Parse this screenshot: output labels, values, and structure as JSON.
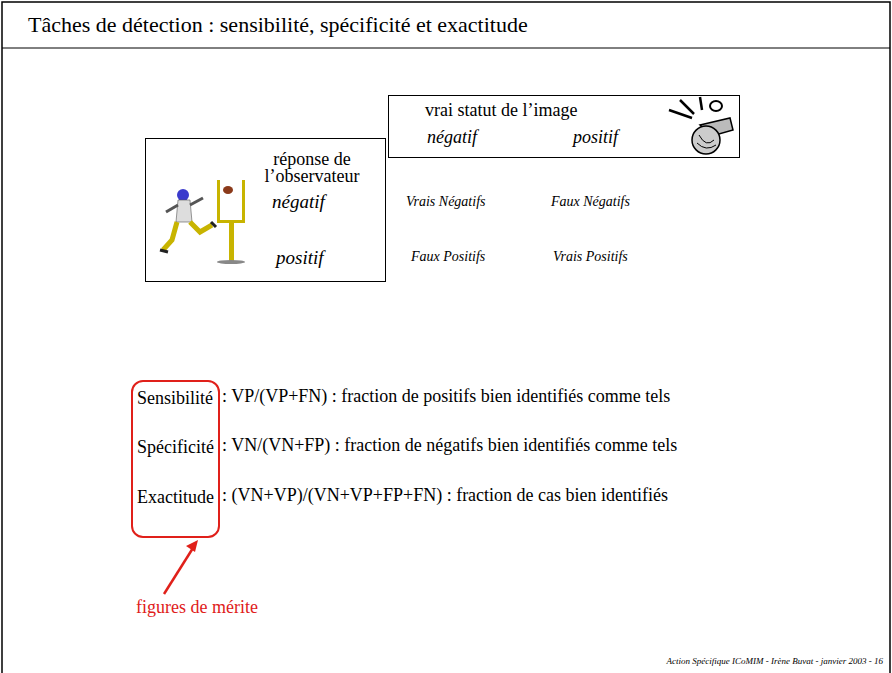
{
  "diagram": {
    "title": "Tâches de détection : sensibilité, spécificité et exactitude",
    "nodes": [
      {
        "text": [
          "réponse de l’observateur",
          "négatif",
          "positif"
        ]
      },
      {
        "text": [
          "vrai statut de l’image",
          "négatif",
          "positif"
        ]
      },
      {
        "text": [
          "Sensibilité",
          "Spécificité",
          "Exactitude"
        ]
      }
    ],
    "labels": [
      "Vrais Négatifs",
      "Faux Négatifs",
      "Faux Positifs",
      "Vrais Positifs",
      ": VP/(VP+FN) : fraction de positifs bien identifiés comme tels",
      ": VN/(VN+FP) : fraction de négatifs bien identifiés comme tels",
      ": (VN+VP)/(VN+VP+FP+FN) : fraction de cas bien identifiés",
      "figures de mérite",
      "Action Spécifique ICoMIM - Irène Buvat - janvier 2003 - 16"
    ]
  }
}
